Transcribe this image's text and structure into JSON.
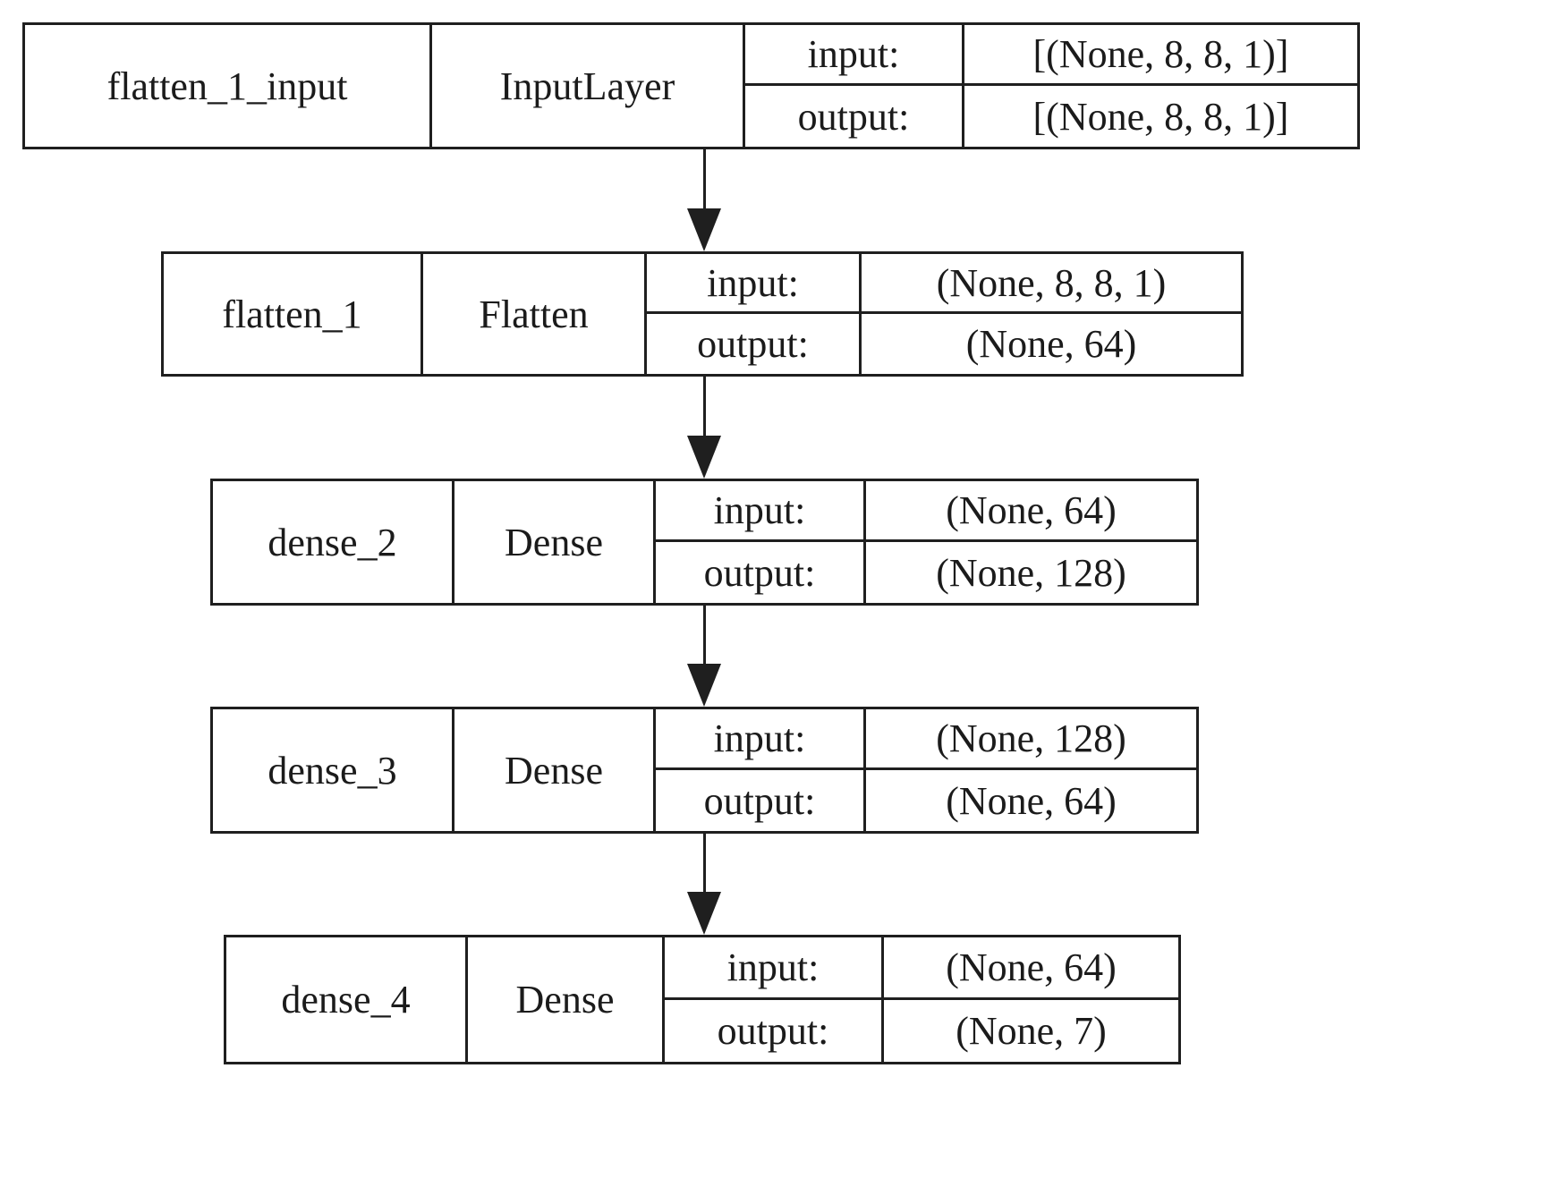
{
  "diagram": {
    "kind": "neural-network-layer-diagram",
    "colors": {
      "background": "#ffffff",
      "border": "#1f1f1f",
      "text": "#1b1b1b"
    }
  },
  "layers": [
    {
      "name": "flatten_1_input",
      "type": "InputLayer",
      "input_label": "input:",
      "output_label": "output:",
      "input_shape": "[(None, 8, 8, 1)]",
      "output_shape": "[(None, 8, 8, 1)]"
    },
    {
      "name": "flatten_1",
      "type": "Flatten",
      "input_label": "input:",
      "output_label": "output:",
      "input_shape": "(None, 8, 8, 1)",
      "output_shape": "(None, 64)"
    },
    {
      "name": "dense_2",
      "type": "Dense",
      "input_label": "input:",
      "output_label": "output:",
      "input_shape": "(None, 64)",
      "output_shape": "(None, 128)"
    },
    {
      "name": "dense_3",
      "type": "Dense",
      "input_label": "input:",
      "output_label": "output:",
      "input_shape": "(None, 128)",
      "output_shape": "(None, 64)"
    },
    {
      "name": "dense_4",
      "type": "Dense",
      "input_label": "input:",
      "output_label": "output:",
      "input_shape": "(None, 64)",
      "output_shape": "(None, 7)"
    }
  ]
}
